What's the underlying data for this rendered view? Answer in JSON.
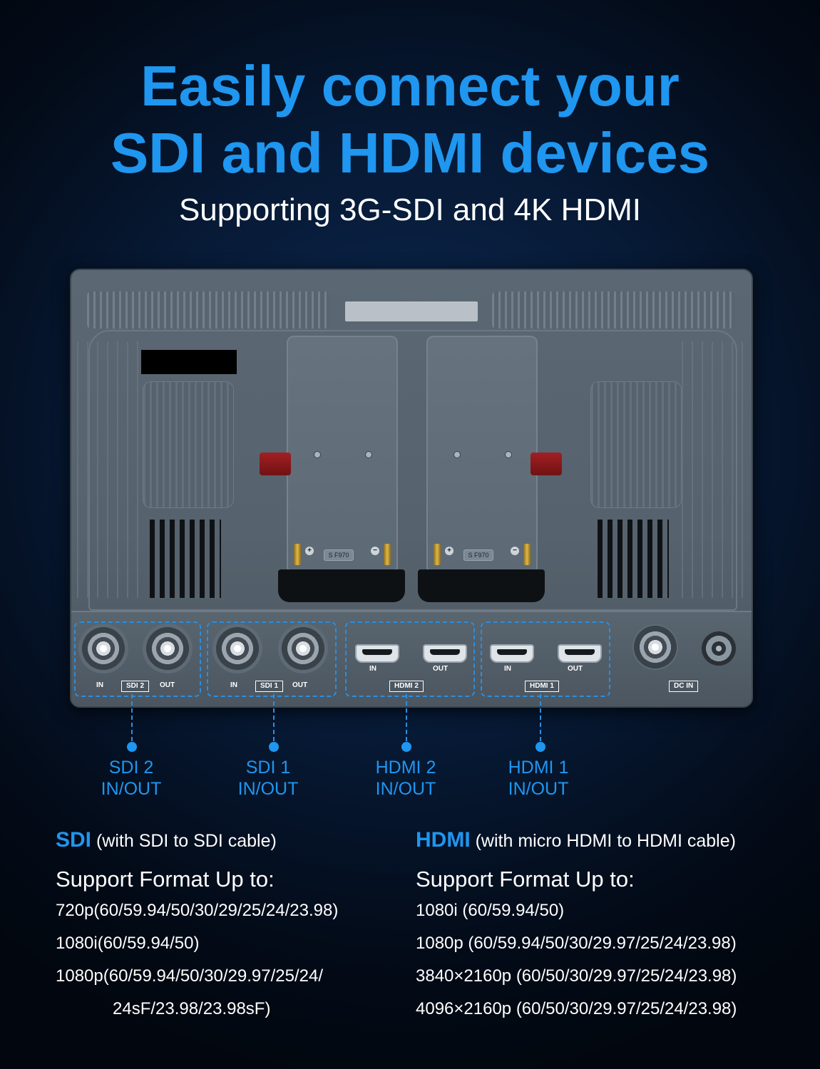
{
  "headline": {
    "line1": "Easily connect your",
    "line2": "SDI and HDMI devices"
  },
  "subheadline": "Supporting 3G-SDI and 4K HDMI",
  "device": {
    "plate_labels": [
      "S F970",
      "S F970"
    ],
    "port_labels": {
      "in": "IN",
      "out": "OUT",
      "sdi2": "SDI 2",
      "sdi1": "SDI 1",
      "hdmi2": "HDMI 2",
      "hdmi1": "HDMI 1",
      "dcin": "DC IN"
    }
  },
  "callouts": [
    {
      "line1": "SDI 2",
      "line2": "IN/OUT"
    },
    {
      "line1": "SDI 1",
      "line2": "IN/OUT"
    },
    {
      "line1": "HDMI 2",
      "line2": "IN/OUT"
    },
    {
      "line1": "HDMI 1",
      "line2": "IN/OUT"
    }
  ],
  "sdi": {
    "title": "SDI",
    "note": "(with SDI to SDI cable)",
    "support": "Support Format Up to:",
    "formats": [
      "720p(60/59.94/50/30/29/25/24/23.98)",
      "1080i(60/59.94/50)",
      "1080p(60/59.94/50/30/29.97/25/24/",
      "24sF/23.98/23.98sF)"
    ]
  },
  "hdmi": {
    "title": "HDMI",
    "note": "(with micro HDMI to HDMI cable)",
    "support": "Support Format Up to:",
    "formats": [
      "1080i (60/59.94/50)",
      "1080p (60/59.94/50/30/29.97/25/24/23.98)",
      "3840×2160p (60/50/30/29.97/25/24/23.98)",
      "4096×2160p (60/50/30/29.97/25/24/23.98)"
    ]
  },
  "colors": {
    "accent": "#1f96ef",
    "background": "#071a36",
    "text": "#ffffff"
  }
}
